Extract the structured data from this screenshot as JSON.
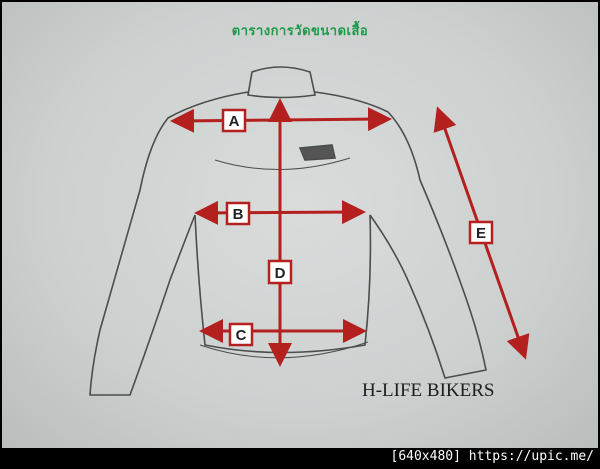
{
  "diagram": {
    "title": "ตารางการวัดขนาดเสื้อ",
    "brand": "H-LIFE BIKERS",
    "measurements": [
      {
        "label": "A"
      },
      {
        "label": "B"
      },
      {
        "label": "C"
      },
      {
        "label": "D"
      },
      {
        "label": "E"
      }
    ],
    "colors": {
      "arrow": "#b3201e",
      "title": "#1f9a4a"
    }
  },
  "footer": {
    "text": "[640x480] https://upic.me/"
  }
}
